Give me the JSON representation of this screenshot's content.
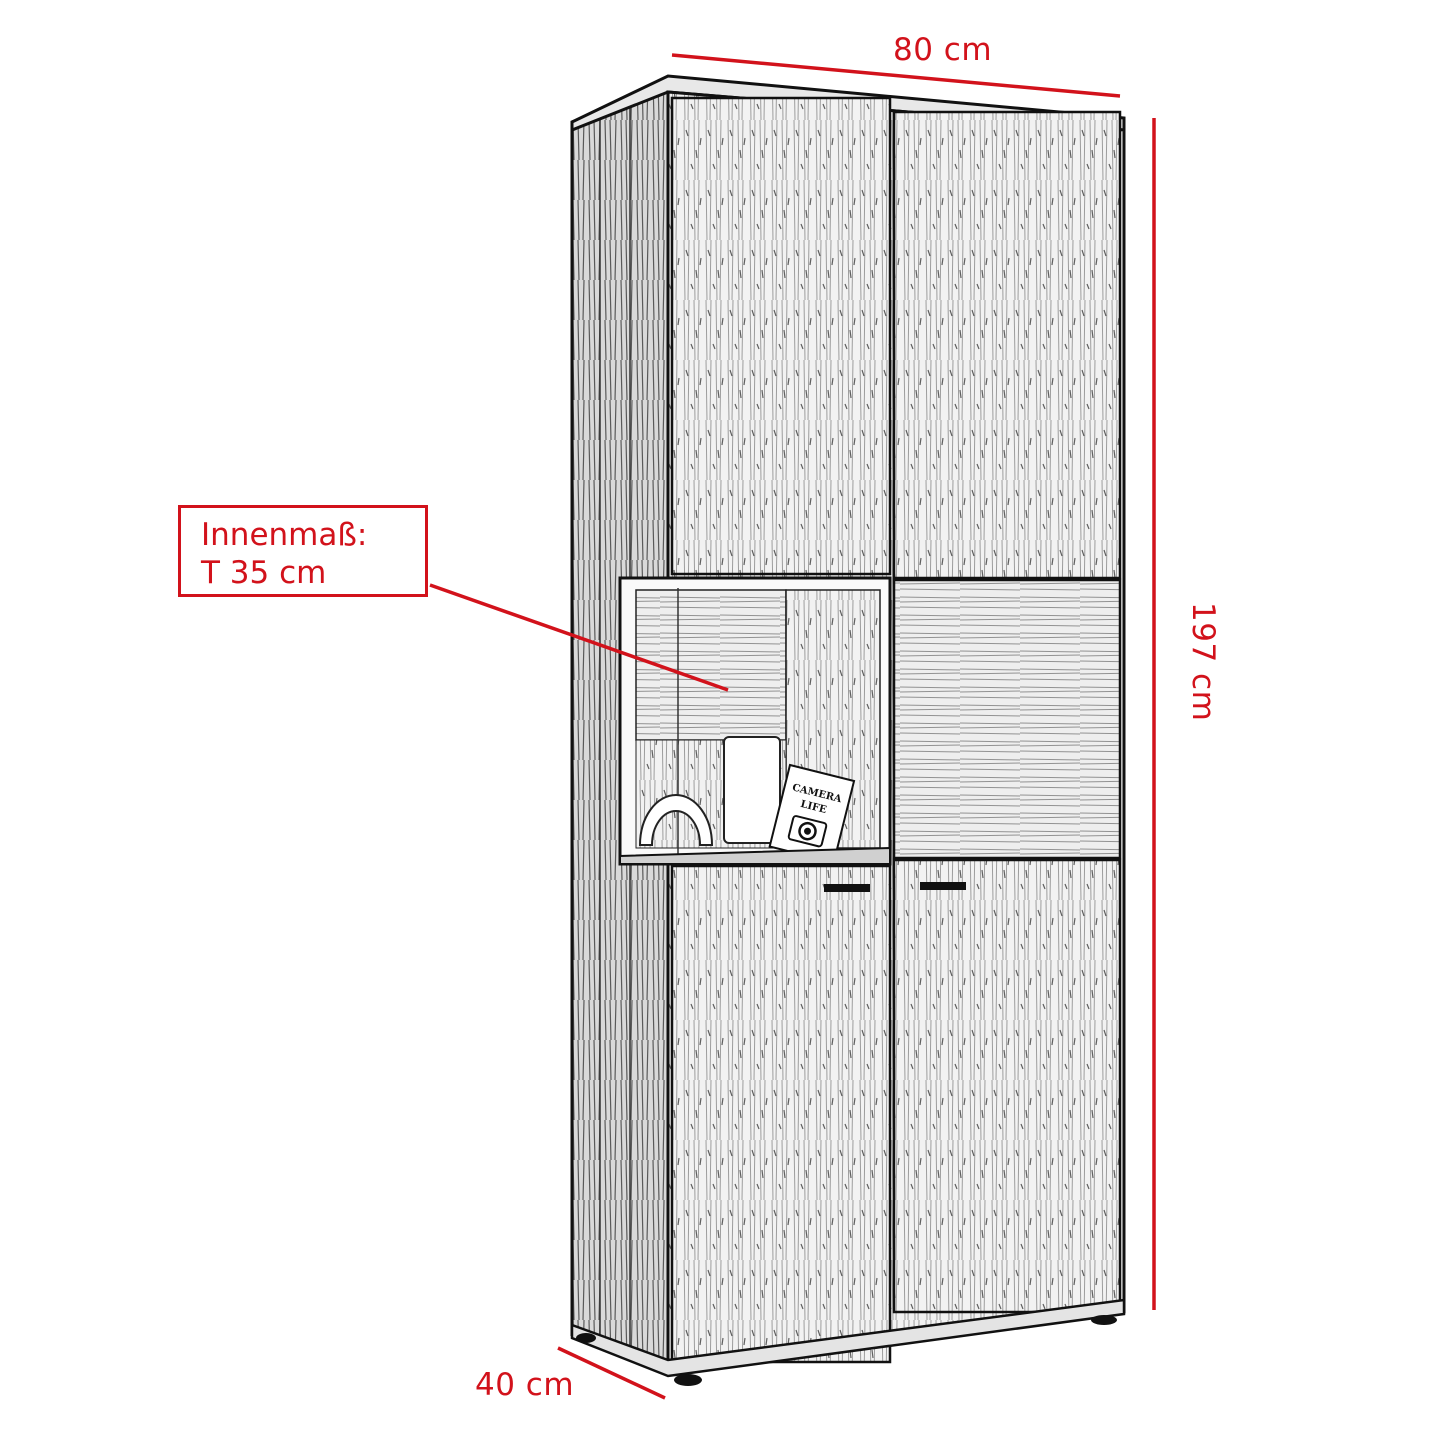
{
  "diagram": {
    "type": "product-dimension-drawing",
    "subject": "tall cabinet with four doors and one open compartment",
    "accent_color": "#d2121b",
    "dimensions": {
      "width": {
        "label": "80 cm",
        "value": 80,
        "unit": "cm"
      },
      "height": {
        "label": "197 cm",
        "value": 197,
        "unit": "cm"
      },
      "depth": {
        "label": "40 cm",
        "value": 40,
        "unit": "cm"
      }
    },
    "callout": {
      "line1": "Innenmaß:",
      "line2": "T 35 cm",
      "target": "open-compartment"
    },
    "decor": {
      "book_title_line1": "CAMERA",
      "book_title_line2": "LIFE"
    }
  }
}
